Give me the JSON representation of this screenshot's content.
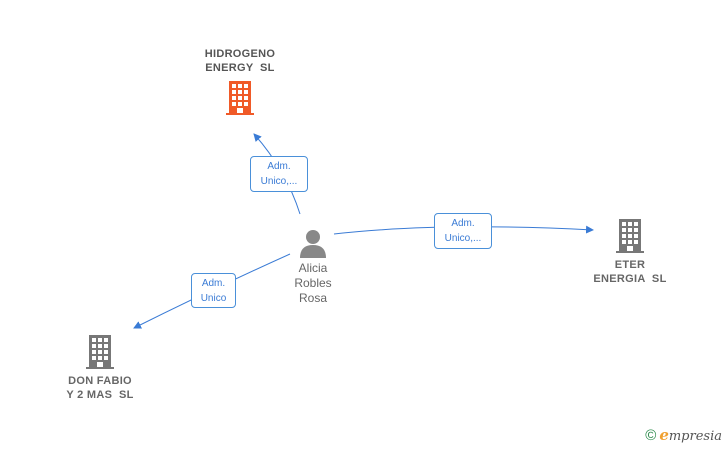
{
  "colors": {
    "edge": "#3a7bd5",
    "building_default": "#777777",
    "building_highlight": "#f05a28",
    "person": "#888888"
  },
  "nodes": {
    "hidrogeno": {
      "line1": "HIDROGENO",
      "line2": "ENERGY  SL",
      "icon": "building-icon"
    },
    "person": {
      "line1": "Alicia",
      "line2": "Robles",
      "line3": "Rosa",
      "icon": "person-icon"
    },
    "eter": {
      "line1": "ETER",
      "line2": "ENERGIA  SL",
      "icon": "building-icon"
    },
    "donfabio": {
      "line1": "DON FABIO",
      "line2": "Y 2 MAS  SL",
      "icon": "building-icon"
    }
  },
  "edges": {
    "to_hidrogeno": {
      "line1": "Adm.",
      "line2": "Unico,..."
    },
    "to_eter": {
      "line1": "Adm.",
      "line2": "Unico,..."
    },
    "to_donfabio": {
      "line1": "Adm.",
      "line2": "Unico"
    }
  },
  "footer": {
    "copyright_symbol": "©",
    "brand_initial": "e",
    "brand_rest": "mpresia"
  }
}
